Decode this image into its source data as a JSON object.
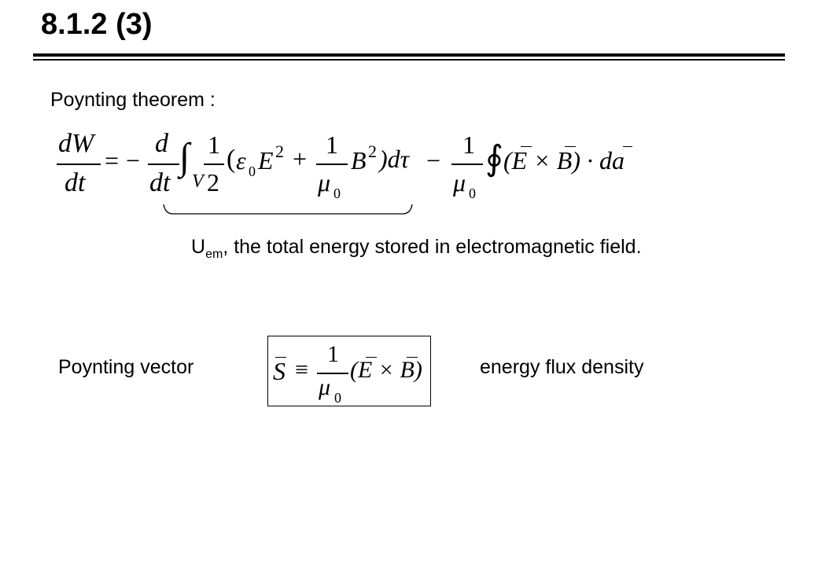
{
  "slide": {
    "title": "8.1.2 (3)"
  },
  "section": {
    "heading": "Poynting theorem :"
  },
  "equation": {
    "lhs_num": "dW",
    "lhs_den": "dt",
    "equals": "=",
    "minus1": "−",
    "d_num": "d",
    "d_den": "dt",
    "integral": "∫",
    "volume_sub": "V",
    "half_num": "1",
    "half_den": "2",
    "open_paren": "(",
    "eps": "ε",
    "eps_sub": "0",
    "E2": "E",
    "sq1": "2",
    "plus": "+",
    "one_num": "1",
    "mu_den": "μ",
    "mu_sub": "0",
    "B2": "B",
    "sq2": "2",
    "close_dtau": ")dτ",
    "minus2": "−",
    "one_num2": "1",
    "mu_den2": "μ",
    "mu_sub2": "0",
    "surface_integral": "∮",
    "cross_term": "(E × B) · da"
  },
  "annotation": {
    "u_main": "U",
    "u_sub": "em",
    "u_text": ", the total energy stored in electromagnetic field."
  },
  "poynting": {
    "label": "Poynting vector",
    "S": "S",
    "equiv": "≡",
    "one": "1",
    "mu": "μ",
    "mu_sub": "0",
    "expr": "(E × B)",
    "description": "energy flux density"
  }
}
